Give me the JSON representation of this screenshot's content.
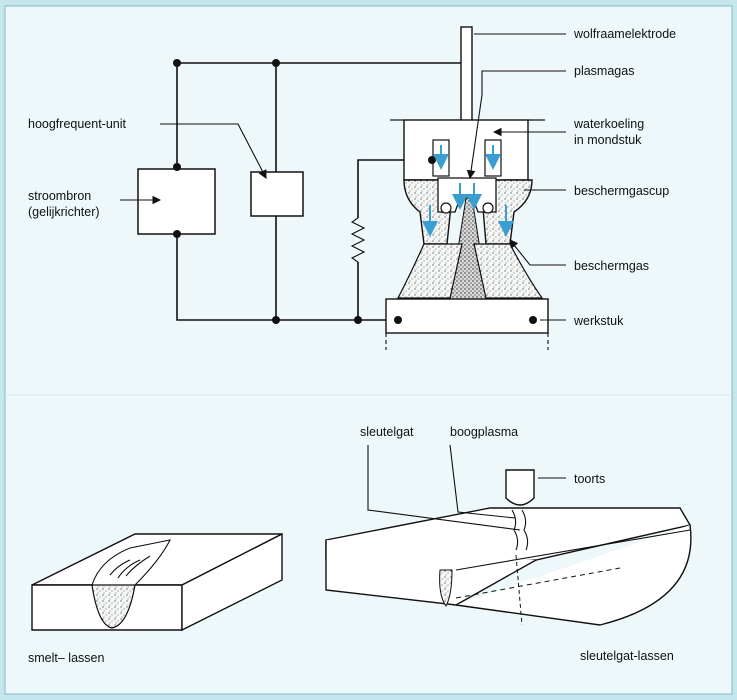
{
  "colors": {
    "background": "#c5e6ec",
    "panel": "#eef8fa",
    "coolant_arrow": "#3a9fd0",
    "line": "#111111"
  },
  "labels": {
    "wolfraamelektrode": "wolfraamelektrode",
    "plasmagas": "plasmagas",
    "waterkoeling_1": "waterkoeling",
    "waterkoeling_2": "in mondstuk",
    "beschermgascup": "beschermgascup",
    "beschermgas": "beschermgas",
    "werkstuk": "werkstuk",
    "hoogfrequent": "hoogfrequent-unit",
    "stroombron_1": "stroombron",
    "stroombron_2": "(gelijkrichter)",
    "sleutelgat": "sleutelgat",
    "boogplasma": "boogplasma",
    "toorts": "toorts",
    "smelt_lassen": "smelt– lassen",
    "sleutelgat_lassen": "sleutelgat-lassen"
  }
}
